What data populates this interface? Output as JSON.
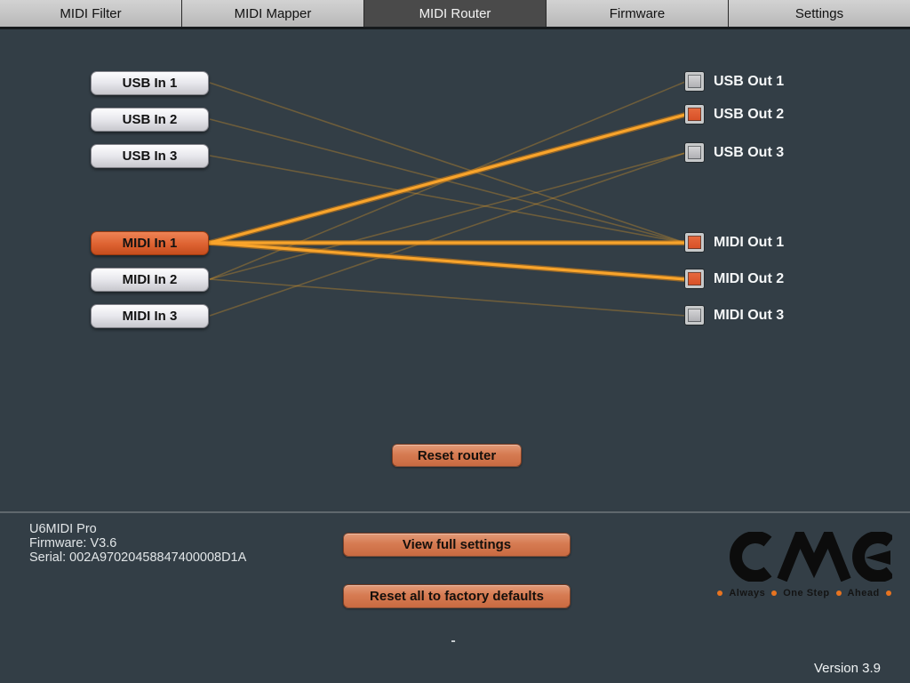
{
  "tabs": [
    {
      "id": "midi-filter",
      "label": "MIDI Filter",
      "active": false
    },
    {
      "id": "midi-mapper",
      "label": "MIDI Mapper",
      "active": false
    },
    {
      "id": "midi-router",
      "label": "MIDI Router",
      "active": true
    },
    {
      "id": "firmware",
      "label": "Firmware",
      "active": false
    },
    {
      "id": "settings",
      "label": "Settings",
      "active": false
    }
  ],
  "inputs": [
    {
      "id": "usb-in-1",
      "label": "USB In 1",
      "selected": false
    },
    {
      "id": "usb-in-2",
      "label": "USB In 2",
      "selected": false
    },
    {
      "id": "usb-in-3",
      "label": "USB In 3",
      "selected": false
    },
    {
      "id": "midi-in-1",
      "label": "MIDI In 1",
      "selected": true
    },
    {
      "id": "midi-in-2",
      "label": "MIDI In 2",
      "selected": false
    },
    {
      "id": "midi-in-3",
      "label": "MIDI In 3",
      "selected": false
    }
  ],
  "outputs": [
    {
      "id": "usb-out-1",
      "label": "USB Out 1",
      "checked": false
    },
    {
      "id": "usb-out-2",
      "label": "USB Out 2",
      "checked": true
    },
    {
      "id": "usb-out-3",
      "label": "USB Out 3",
      "checked": false
    },
    {
      "id": "midi-out-1",
      "label": "MIDI Out 1",
      "checked": true
    },
    {
      "id": "midi-out-2",
      "label": "MIDI Out 2",
      "checked": true
    },
    {
      "id": "midi-out-3",
      "label": "MIDI Out 3",
      "checked": false
    }
  ],
  "connections": {
    "active": [
      {
        "from": "midi-in-1",
        "to": "usb-out-2"
      },
      {
        "from": "midi-in-1",
        "to": "midi-out-1"
      },
      {
        "from": "midi-in-1",
        "to": "midi-out-2"
      }
    ],
    "inactive": [
      {
        "from": "usb-in-1",
        "to": "midi-out-1"
      },
      {
        "from": "usb-in-2",
        "to": "midi-out-1"
      },
      {
        "from": "usb-in-3",
        "to": "midi-out-1"
      },
      {
        "from": "midi-in-2",
        "to": "usb-out-1"
      },
      {
        "from": "midi-in-2",
        "to": "usb-out-3"
      },
      {
        "from": "midi-in-2",
        "to": "midi-out-3"
      },
      {
        "from": "midi-in-3",
        "to": "usb-out-3"
      }
    ]
  },
  "buttons": {
    "reset_router": "Reset router",
    "view_full_settings": "View full settings",
    "reset_factory": "Reset all to factory defaults"
  },
  "device_info": {
    "name": "U6MIDI Pro",
    "firmware": "Firmware: V3.6",
    "serial": "Serial: 002A97020458847400008D1A"
  },
  "logo": {
    "tagline_words": [
      "Always",
      "One Step",
      "Ahead"
    ]
  },
  "footer": {
    "dash": "-",
    "version": "Version 3.9"
  },
  "colors": {
    "background": "#333e46",
    "tab_active": "#4a4a4a",
    "accent_orange": "#dd6231",
    "wire_active": "#f9a42b",
    "wire_inactive": "rgba(246,166,36,0.30)"
  }
}
